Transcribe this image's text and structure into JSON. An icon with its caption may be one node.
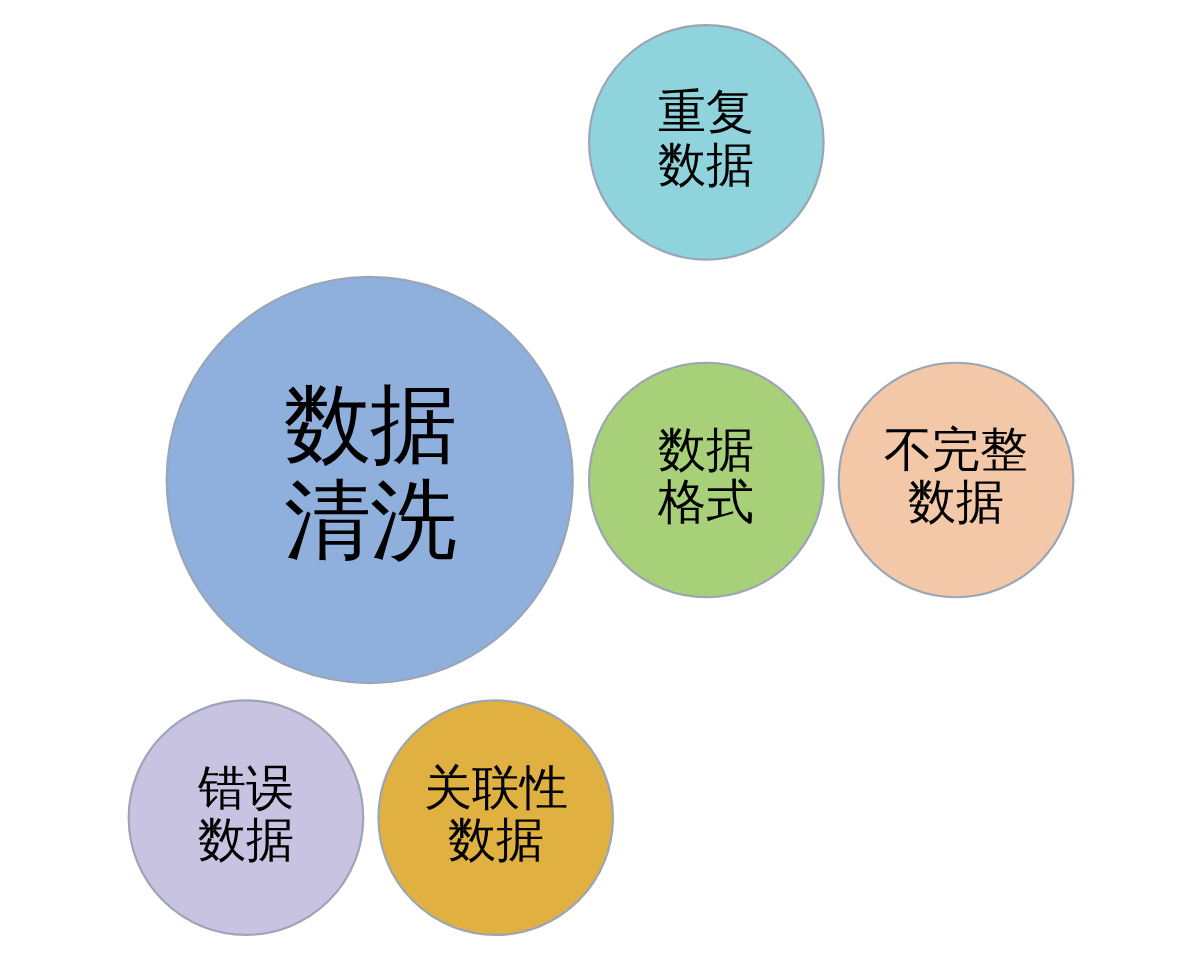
{
  "diagram": {
    "nodes": [
      {
        "text": [
          "数据清洗"
        ]
      },
      {
        "text": [
          "重复数据"
        ]
      },
      {
        "text": [
          "数据格式"
        ]
      },
      {
        "text": [
          "不完整数据"
        ]
      },
      {
        "text": [
          "错误数据"
        ]
      },
      {
        "text": [
          "关联性数据"
        ]
      }
    ]
  }
}
